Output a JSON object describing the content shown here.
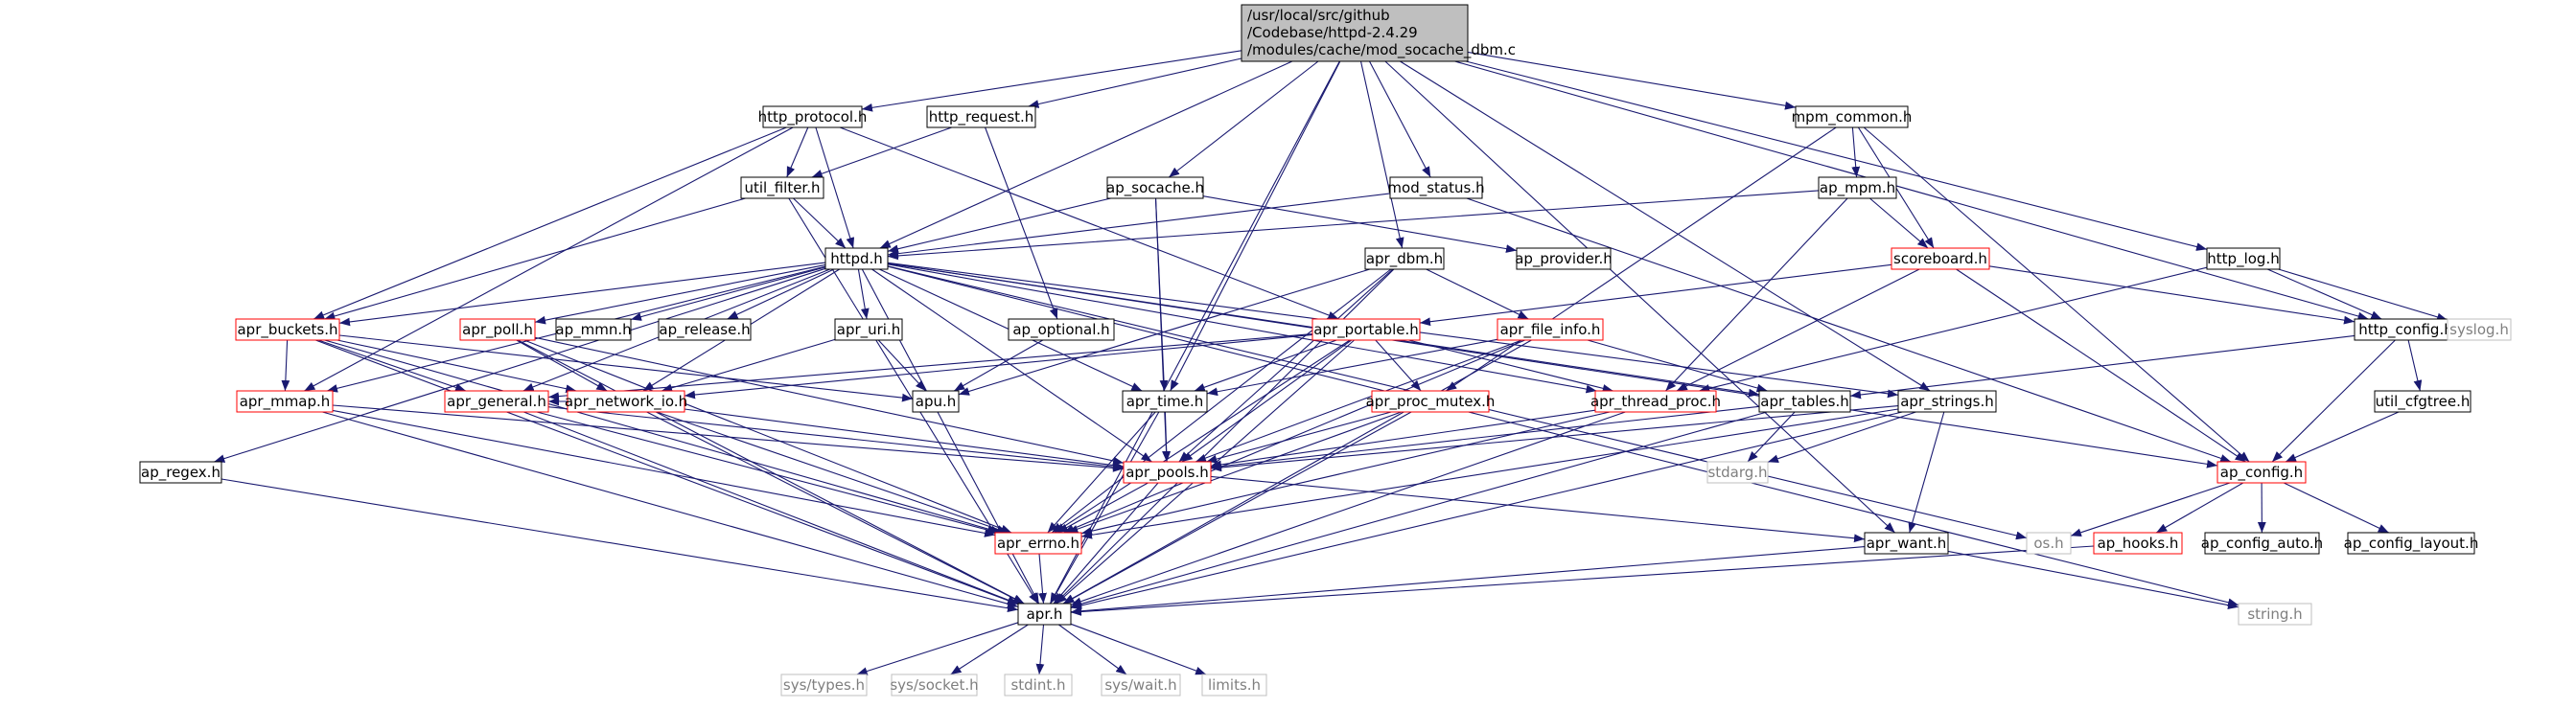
{
  "nodes": [
    {
      "id": "root",
      "label": "/usr/local/src/github\n/Codebase/httpd-2.4.29\n/modules/cache/mod_socache_dbm.c",
      "style": "root"
    },
    {
      "id": "http_protocol",
      "label": "http_protocol.h",
      "style": "normal"
    },
    {
      "id": "http_request",
      "label": "http_request.h",
      "style": "normal"
    },
    {
      "id": "mpm_common",
      "label": "mpm_common.h",
      "style": "normal"
    },
    {
      "id": "util_filter",
      "label": "util_filter.h",
      "style": "normal"
    },
    {
      "id": "ap_socache",
      "label": "ap_socache.h",
      "style": "normal"
    },
    {
      "id": "mod_status",
      "label": "mod_status.h",
      "style": "normal"
    },
    {
      "id": "ap_mpm",
      "label": "ap_mpm.h",
      "style": "normal"
    },
    {
      "id": "httpd",
      "label": "httpd.h",
      "style": "normal"
    },
    {
      "id": "apr_dbm",
      "label": "apr_dbm.h",
      "style": "normal"
    },
    {
      "id": "ap_provider",
      "label": "ap_provider.h",
      "style": "normal"
    },
    {
      "id": "scoreboard",
      "label": "scoreboard.h",
      "style": "red"
    },
    {
      "id": "http_log",
      "label": "http_log.h",
      "style": "normal"
    },
    {
      "id": "apr_buckets",
      "label": "apr_buckets.h",
      "style": "red"
    },
    {
      "id": "apr_poll",
      "label": "apr_poll.h",
      "style": "red"
    },
    {
      "id": "ap_mmn",
      "label": "ap_mmn.h",
      "style": "normal"
    },
    {
      "id": "ap_release",
      "label": "ap_release.h",
      "style": "normal"
    },
    {
      "id": "apr_uri",
      "label": "apr_uri.h",
      "style": "normal"
    },
    {
      "id": "ap_optional",
      "label": "ap_optional.h",
      "style": "normal"
    },
    {
      "id": "apr_portable",
      "label": "apr_portable.h",
      "style": "red"
    },
    {
      "id": "apr_file_info",
      "label": "apr_file_info.h",
      "style": "red"
    },
    {
      "id": "http_config",
      "label": "http_config.h",
      "style": "normal"
    },
    {
      "id": "syslog",
      "label": "syslog.h",
      "style": "gray"
    },
    {
      "id": "apr_mmap",
      "label": "apr_mmap.h",
      "style": "red"
    },
    {
      "id": "apr_general",
      "label": "apr_general.h",
      "style": "red"
    },
    {
      "id": "apr_network_io",
      "label": "apr_network_io.h",
      "style": "red"
    },
    {
      "id": "apu",
      "label": "apu.h",
      "style": "normal"
    },
    {
      "id": "apr_time",
      "label": "apr_time.h",
      "style": "normal"
    },
    {
      "id": "apr_proc_mutex",
      "label": "apr_proc_mutex.h",
      "style": "red"
    },
    {
      "id": "apr_thread_proc",
      "label": "apr_thread_proc.h",
      "style": "red"
    },
    {
      "id": "apr_tables",
      "label": "apr_tables.h",
      "style": "normal"
    },
    {
      "id": "apr_strings",
      "label": "apr_strings.h",
      "style": "normal"
    },
    {
      "id": "util_cfgtree",
      "label": "util_cfgtree.h",
      "style": "normal"
    },
    {
      "id": "ap_regex",
      "label": "ap_regex.h",
      "style": "normal"
    },
    {
      "id": "apr_pools",
      "label": "apr_pools.h",
      "style": "red"
    },
    {
      "id": "stdarg",
      "label": "stdarg.h",
      "style": "gray"
    },
    {
      "id": "ap_config",
      "label": "ap_config.h",
      "style": "red"
    },
    {
      "id": "apr_errno",
      "label": "apr_errno.h",
      "style": "red"
    },
    {
      "id": "apr_want",
      "label": "apr_want.h",
      "style": "normal"
    },
    {
      "id": "os",
      "label": "os.h",
      "style": "gray"
    },
    {
      "id": "ap_hooks",
      "label": "ap_hooks.h",
      "style": "red"
    },
    {
      "id": "ap_config_auto",
      "label": "ap_config_auto.h",
      "style": "normal"
    },
    {
      "id": "ap_config_layout",
      "label": "ap_config_layout.h",
      "style": "normal"
    },
    {
      "id": "apr",
      "label": "apr.h",
      "style": "normal"
    },
    {
      "id": "string",
      "label": "string.h",
      "style": "gray"
    },
    {
      "id": "sys_types",
      "label": "sys/types.h",
      "style": "gray"
    },
    {
      "id": "sys_socket",
      "label": "sys/socket.h",
      "style": "gray"
    },
    {
      "id": "stdint",
      "label": "stdint.h",
      "style": "gray"
    },
    {
      "id": "sys_wait",
      "label": "sys/wait.h",
      "style": "gray"
    },
    {
      "id": "limits",
      "label": "limits.h",
      "style": "gray"
    }
  ],
  "edges": [
    [
      "root",
      "http_protocol"
    ],
    [
      "root",
      "http_request"
    ],
    [
      "root",
      "mpm_common"
    ],
    [
      "root",
      "ap_socache"
    ],
    [
      "root",
      "mod_status"
    ],
    [
      "root",
      "httpd"
    ],
    [
      "root",
      "apr_dbm"
    ],
    [
      "root",
      "http_log"
    ],
    [
      "root",
      "http_config"
    ],
    [
      "root",
      "apr_strings"
    ],
    [
      "root",
      "apr_time"
    ],
    [
      "root",
      "apr"
    ],
    [
      "root",
      "apr_want"
    ],
    [
      "http_protocol",
      "util_filter"
    ],
    [
      "http_protocol",
      "httpd"
    ],
    [
      "http_protocol",
      "apr_buckets"
    ],
    [
      "http_protocol",
      "apr_portable"
    ],
    [
      "http_protocol",
      "apr_mmap"
    ],
    [
      "http_request",
      "util_filter"
    ],
    [
      "http_request",
      "ap_optional"
    ],
    [
      "mpm_common",
      "ap_mpm"
    ],
    [
      "mpm_common",
      "scoreboard"
    ],
    [
      "mpm_common",
      "apr_proc_mutex"
    ],
    [
      "mpm_common",
      "ap_config"
    ],
    [
      "util_filter",
      "httpd"
    ],
    [
      "util_filter",
      "apr_buckets"
    ],
    [
      "util_filter",
      "apr"
    ],
    [
      "ap_socache",
      "httpd"
    ],
    [
      "ap_socache",
      "ap_provider"
    ],
    [
      "ap_socache",
      "apr_pools"
    ],
    [
      "ap_socache",
      "apr_time"
    ],
    [
      "mod_status",
      "httpd"
    ],
    [
      "mod_status",
      "ap_config"
    ],
    [
      "ap_mpm",
      "httpd"
    ],
    [
      "ap_mpm",
      "scoreboard"
    ],
    [
      "ap_mpm",
      "apr_thread_proc"
    ],
    [
      "httpd",
      "apr_buckets"
    ],
    [
      "httpd",
      "apr_poll"
    ],
    [
      "httpd",
      "ap_mmn"
    ],
    [
      "httpd",
      "ap_release"
    ],
    [
      "httpd",
      "apr_uri"
    ],
    [
      "httpd",
      "apr_general"
    ],
    [
      "httpd",
      "apr_network_io"
    ],
    [
      "httpd",
      "apr_time"
    ],
    [
      "httpd",
      "apr_pools"
    ],
    [
      "httpd",
      "apr_tables"
    ],
    [
      "httpd",
      "apr_thread_proc"
    ],
    [
      "httpd",
      "ap_regex"
    ],
    [
      "httpd",
      "ap_config"
    ],
    [
      "httpd",
      "os"
    ],
    [
      "httpd",
      "string"
    ],
    [
      "httpd",
      "apr"
    ],
    [
      "httpd",
      "apr_mmap"
    ],
    [
      "httpd",
      "apr_strings"
    ],
    [
      "apr_dbm",
      "apu"
    ],
    [
      "apr_dbm",
      "apr_errno"
    ],
    [
      "apr_dbm",
      "apr_file_info"
    ],
    [
      "apr_dbm",
      "apr_pools"
    ],
    [
      "apr_dbm",
      "apr"
    ],
    [
      "scoreboard",
      "ap_config"
    ],
    [
      "scoreboard",
      "apr_thread_proc"
    ],
    [
      "scoreboard",
      "apr_portable"
    ],
    [
      "scoreboard",
      "http_config"
    ],
    [
      "http_log",
      "http_config"
    ],
    [
      "http_log",
      "syslog"
    ],
    [
      "http_log",
      "apr_thread_proc"
    ],
    [
      "apr_buckets",
      "apr_mmap"
    ],
    [
      "apr_buckets",
      "apr_general"
    ],
    [
      "apr_buckets",
      "apr_network_io"
    ],
    [
      "apr_buckets",
      "apu"
    ],
    [
      "apr_buckets",
      "apr_errno"
    ],
    [
      "apr_buckets",
      "apr"
    ],
    [
      "apr_poll",
      "apr_network_io"
    ],
    [
      "apr_poll",
      "apr_pools"
    ],
    [
      "apr_poll",
      "apr_errno"
    ],
    [
      "apr_poll",
      "apr"
    ],
    [
      "apr_uri",
      "apu"
    ],
    [
      "apr_uri",
      "apr_network_io"
    ],
    [
      "ap_optional",
      "apu"
    ],
    [
      "apr_portable",
      "apr_network_io"
    ],
    [
      "apr_portable",
      "apr_time"
    ],
    [
      "apr_portable",
      "apr_proc_mutex"
    ],
    [
      "apr_portable",
      "apr_thread_proc"
    ],
    [
      "apr_portable",
      "apr_pools"
    ],
    [
      "apr_portable",
      "apr_errno"
    ],
    [
      "apr_portable",
      "apr_general"
    ],
    [
      "apr_portable",
      "apr"
    ],
    [
      "apr_file_info",
      "apr_time"
    ],
    [
      "apr_file_info",
      "apr_tables"
    ],
    [
      "apr_file_info",
      "apr_pools"
    ],
    [
      "apr_file_info",
      "apr_errno"
    ],
    [
      "apr_file_info",
      "apr"
    ],
    [
      "http_config",
      "util_cfgtree"
    ],
    [
      "http_config",
      "apr_tables"
    ],
    [
      "http_config",
      "ap_config"
    ],
    [
      "apr_mmap",
      "apr_pools"
    ],
    [
      "apr_mmap",
      "apr_errno"
    ],
    [
      "apr_mmap",
      "apr"
    ],
    [
      "apr_general",
      "apr_pools"
    ],
    [
      "apr_general",
      "apr_errno"
    ],
    [
      "apr_general",
      "apr"
    ],
    [
      "apr_network_io",
      "apr_pools"
    ],
    [
      "apr_network_io",
      "apr_errno"
    ],
    [
      "apr_network_io",
      "apr"
    ],
    [
      "apr_network_io",
      "apr_general"
    ],
    [
      "apr_time",
      "apr_pools"
    ],
    [
      "apr_time",
      "apr_errno"
    ],
    [
      "apr_time",
      "apr"
    ],
    [
      "apr_proc_mutex",
      "apr_pools"
    ],
    [
      "apr_proc_mutex",
      "apr_errno"
    ],
    [
      "apr_proc_mutex",
      "apr"
    ],
    [
      "apr_thread_proc",
      "apr_pools"
    ],
    [
      "apr_thread_proc",
      "apr_errno"
    ],
    [
      "apr_thread_proc",
      "apr"
    ],
    [
      "apr_tables",
      "apr_pools"
    ],
    [
      "apr_tables",
      "stdarg"
    ],
    [
      "apr_tables",
      "apr"
    ],
    [
      "apr_strings",
      "apr_pools"
    ],
    [
      "apr_strings",
      "apr_errno"
    ],
    [
      "apr_strings",
      "stdarg"
    ],
    [
      "apr_strings",
      "apr_want"
    ],
    [
      "apr_strings",
      "apr"
    ],
    [
      "util_cfgtree",
      "ap_config"
    ],
    [
      "ap_regex",
      "apr"
    ],
    [
      "apr_pools",
      "apr_errno"
    ],
    [
      "apr_pools",
      "apr"
    ],
    [
      "apr_pools",
      "apr_want"
    ],
    [
      "ap_config",
      "os"
    ],
    [
      "ap_config",
      "ap_hooks"
    ],
    [
      "ap_config",
      "ap_config_auto"
    ],
    [
      "ap_config",
      "ap_config_layout"
    ],
    [
      "apr_errno",
      "apr"
    ],
    [
      "apr_want",
      "apr"
    ],
    [
      "apr_want",
      "string"
    ],
    [
      "ap_hooks",
      "apr"
    ],
    [
      "apr",
      "sys_types"
    ],
    [
      "apr",
      "sys_socket"
    ],
    [
      "apr",
      "stdint"
    ],
    [
      "apr",
      "sys_wait"
    ],
    [
      "apr",
      "limits"
    ]
  ],
  "colors": {
    "edge": "#191970",
    "normal_border": "#000000",
    "red_border": "#ff0000",
    "gray_border": "#bfbfbf",
    "gray_text": "#7f7f7f",
    "root_fill": "#bfbfbf"
  }
}
